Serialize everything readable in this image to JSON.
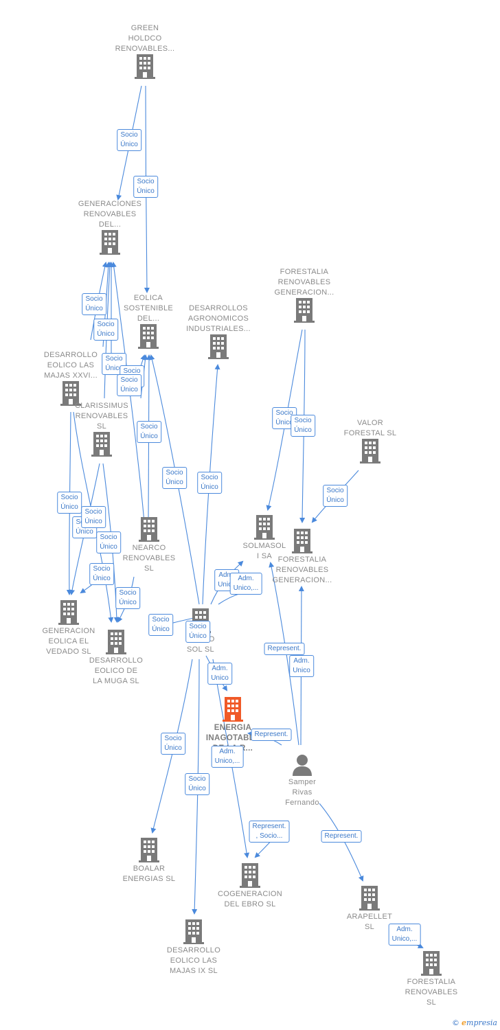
{
  "colors": {
    "edge": "#4a89dc",
    "building": "#7a7a7a",
    "main_building": "#f05a28",
    "badge_text": "#3b78c8"
  },
  "nodes": [
    {
      "id": "green",
      "label": "GREEN\nHOLDCO\nRENOVABLES..."
    },
    {
      "id": "genren",
      "label": "GENERACIONES\nRENOVABLES\nDEL..."
    },
    {
      "id": "eolsost",
      "label": "EOLICA\nSOSTENIBLE\nDEL..."
    },
    {
      "id": "desagro",
      "label": "DESARROLLOS\nAGRONOMICOS\nINDUSTRIALES..."
    },
    {
      "id": "forgen1",
      "label": "FORESTALIA\nRENOVABLES\nGENERACION..."
    },
    {
      "id": "majas26",
      "label": "DESARROLLO\nEOLICO LAS\nMAJAS XXVI..."
    },
    {
      "id": "clarissimus",
      "label": "CLARISSIMUS\nRENOVABLES\nSL"
    },
    {
      "id": "valor",
      "label": "VALOR\nFORESTAL SL"
    },
    {
      "id": "solmasol",
      "label": "SOLMASOL\nI SA"
    },
    {
      "id": "forgen2",
      "label": "FORESTALIA\nRENOVABLES\nGENERACION..."
    },
    {
      "id": "nearco",
      "label": "NEARCO\nRENOVABLES\nSL"
    },
    {
      "id": "vedado",
      "label": "GENERACION\nEOLICA EL\nVEDADO SL"
    },
    {
      "id": "muga",
      "label": "DESARROLLO\nEOLICO DE\nLA MUGA SL"
    },
    {
      "id": "fondo",
      "label": "FONDO\nSOL SL"
    },
    {
      "id": "energia",
      "label": "ENERGIA\nINAGOTABLE\nDE LA R..."
    },
    {
      "id": "samper",
      "label": "Samper\nRivas\nFernando"
    },
    {
      "id": "boalar",
      "label": "BOALAR\nENERGIAS  SL"
    },
    {
      "id": "cogen",
      "label": "COGENERACION\nDEL EBRO  SL"
    },
    {
      "id": "arapellet",
      "label": "ARAPELLET\nSL"
    },
    {
      "id": "majas9",
      "label": "DESARROLLO\nEOLICO LAS\nMAJAS IX  SL"
    },
    {
      "id": "forsl",
      "label": "FORESTALIA\nRENOVABLES\nSL"
    }
  ],
  "badges": [
    "Socio\nÚnico",
    "Socio\nÚnico",
    "Socio\nÚnico",
    "Socio\nÚnico",
    "Socio\nÚnico",
    "Socio\nÚnico",
    "Socio\nÚnico",
    "Socio\nÚnico",
    "Socio\nÚnico",
    "Socio\nÚnico",
    "Socio\nÚnico",
    "Socio\nÚnico",
    "Socio\nÚnico",
    "Socio\nÚnico",
    "Socio\nÚnico",
    "Socio\nÚnico",
    "Socio\nÚnico",
    "Socio\nÚnico",
    "Socio\nÚnico",
    "Socio\nÚnico",
    "Socio\nÚnico",
    "Socio\nÚnico",
    "Socio\nÚnico",
    "Socio\nÚnico",
    "Adm.\nUnico",
    "Adm.\nUnico,...",
    "Represent.",
    "Adm.\nUnico",
    "Adm.\nUnico",
    "Represent.",
    "Adm.\nUnico,...",
    "Represent.\n, Socio...",
    "Represent.",
    "Adm.\nUnico,...",
    "Socio\nÚnico",
    "Socio\nÚnico"
  ],
  "footer": {
    "copyright": "©",
    "brand_initial": "e",
    "brand_rest": "mpresia"
  }
}
